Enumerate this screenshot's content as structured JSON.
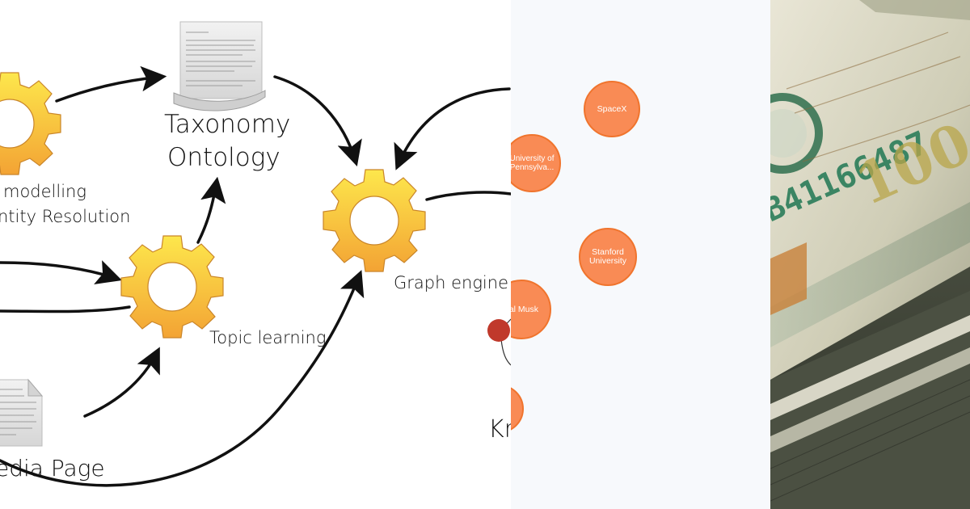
{
  "left_panel": {
    "labels": {
      "taxonomy": "Taxonomy",
      "ontology": "Ontology",
      "modelling": "modelling",
      "entity_resolution": "ntity Resolution",
      "graph_engine": "Graph engine",
      "topic_learning": "Topic learning",
      "media_page": "edia Page",
      "kr": "Kr"
    }
  },
  "graph_panel": {
    "nodes": [
      {
        "label": "SpaceX"
      },
      {
        "label": "University of Pennsylva..."
      },
      {
        "label": "Stanford University"
      },
      {
        "label": "bal Musk"
      },
      {
        "label": ""
      }
    ]
  },
  "colors": {
    "gear_top": "#fde74c",
    "gear_bottom": "#f3a334",
    "node_fill": "#f98b55",
    "node_stroke": "#f0742d",
    "dark_node": "#c0392b"
  }
}
